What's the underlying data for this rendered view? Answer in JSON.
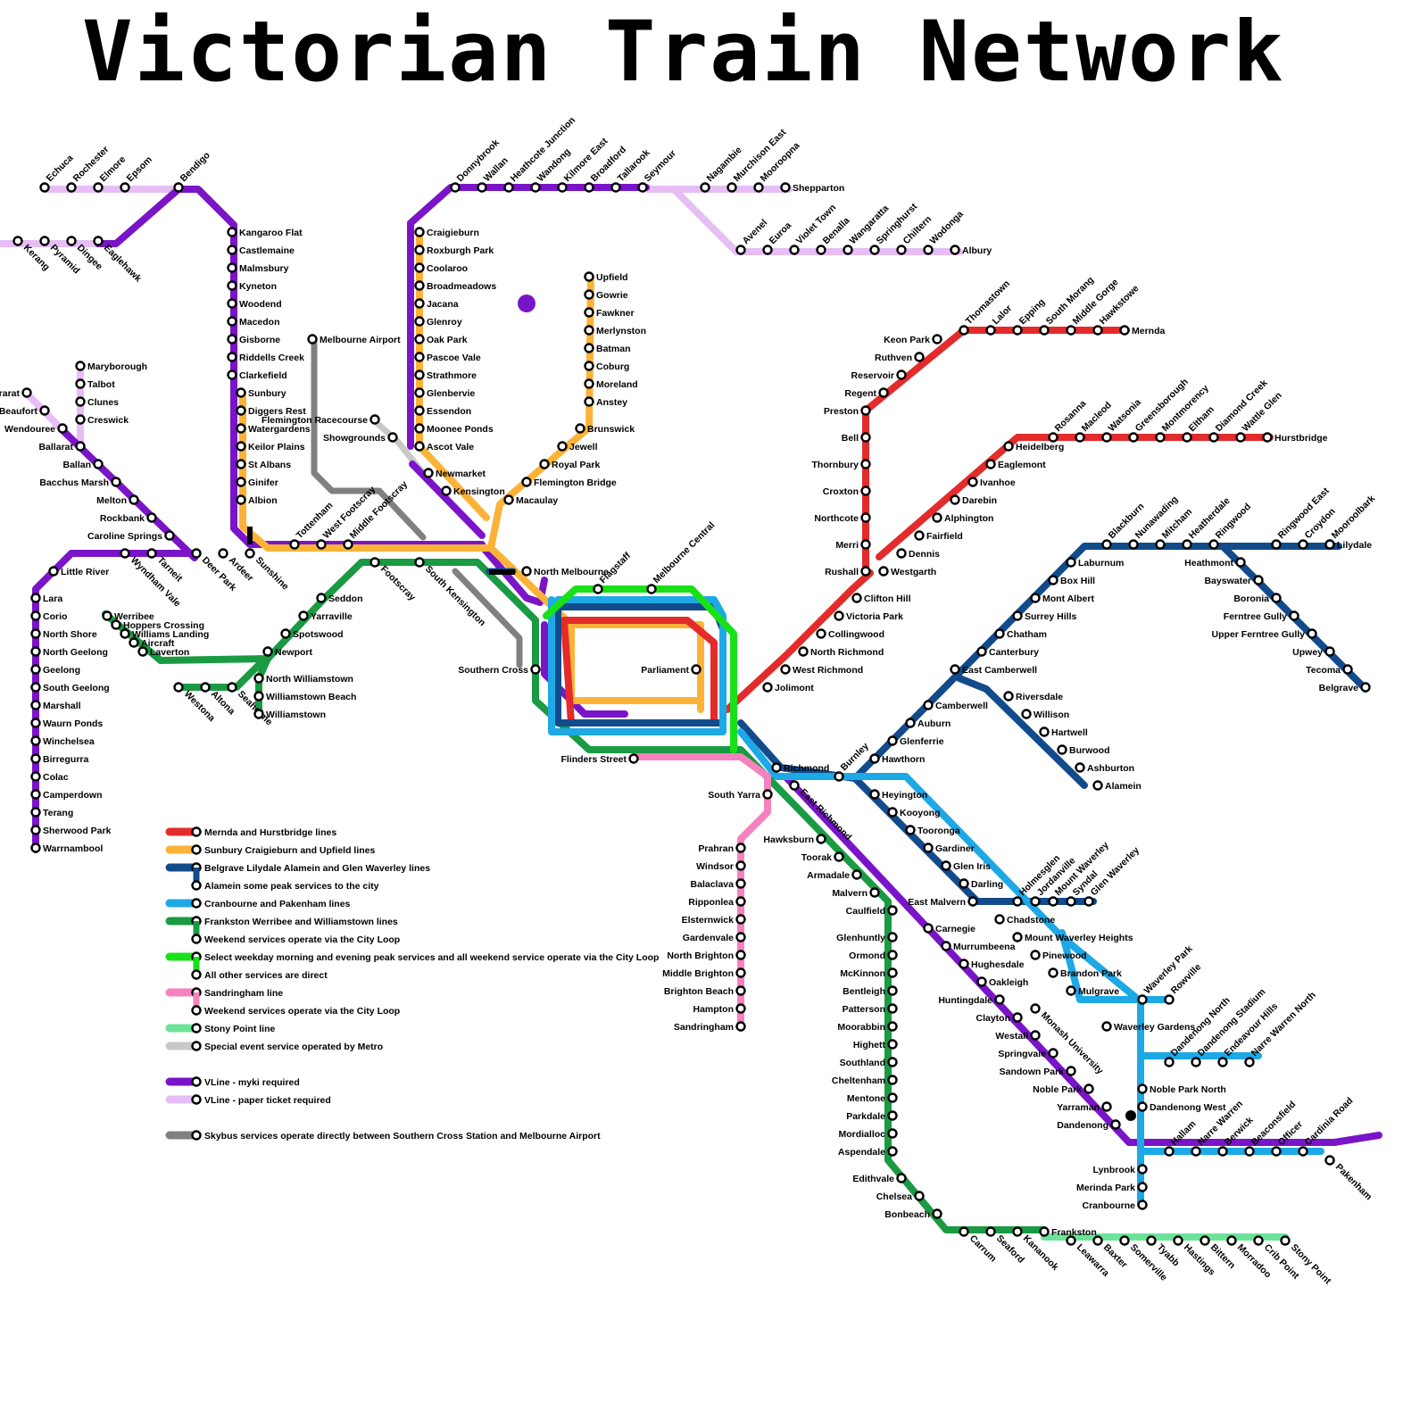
{
  "title": "Victorian Train Network",
  "colors": {
    "red": "#e32b2b",
    "yellow": "#fbb337",
    "darkblue": "#124b8b",
    "cyan": "#1da8e6",
    "green": "#1a9a43",
    "lime": "#19e119",
    "pink": "#f582bf",
    "mint": "#6de39a",
    "lightgrey": "#c8c8c8",
    "purple": "#7a14c8",
    "lilac": "#e6bdf5",
    "grey": "#808080"
  },
  "legend": [
    {
      "color": "red",
      "text": "Mernda and Hurstbridge lines"
    },
    {
      "color": "yellow",
      "text": "Sunbury Craigieburn and Upfield lines"
    },
    {
      "color": "darkblue",
      "text": "Belgrave Lilydale Alamein and Glen Waverley lines"
    },
    {
      "color": "darkblue",
      "sub": true,
      "text": "Alamein some peak services to the city"
    },
    {
      "color": "cyan",
      "text": "Cranbourne and Pakenham lines"
    },
    {
      "color": "green",
      "text": "Frankston Werribee and Williamstown lines"
    },
    {
      "color": "green",
      "sub": true,
      "text": "Weekend services operate via the City Loop"
    },
    {
      "color": "lime",
      "text": "Select weekday morning and evening peak services and all weekend service operate via the City Loop"
    },
    {
      "color": "lime",
      "sub": true,
      "text": "All other services are direct"
    },
    {
      "color": "pink",
      "text": "Sandringham line"
    },
    {
      "color": "pink",
      "sub": true,
      "text": "Weekend services operate via the City Loop"
    },
    {
      "color": "mint",
      "text": "Stony Point line"
    },
    {
      "color": "lightgrey",
      "text": "Special event service operated by Metro"
    },
    {
      "color": "purple",
      "text": "VLine - myki required"
    },
    {
      "color": "lilac",
      "text": "VLine - paper ticket required"
    },
    {
      "color": "grey",
      "text": "Skybus services operate directly between Southern Cross Station and Melbourne Airport"
    }
  ],
  "stations": [
    "Echuca",
    "Rochester",
    "Elmore",
    "Epsom",
    "Bendigo",
    "Kerang",
    "Pyramid",
    "Dingee",
    "Eaglehawk",
    "Kangaroo Flat",
    "Castlemaine",
    "Malmsbury",
    "Kyneton",
    "Woodend",
    "Macedon",
    "Gisborne",
    "Riddells Creek",
    "Clarkefield",
    "Sunbury",
    "Diggers Rest",
    "Watergardens",
    "Keilor Plains",
    "St Albans",
    "Ginifer",
    "Albion",
    "Donnybrook",
    "Wallan",
    "Heathcote Junction",
    "Wandong",
    "Kilmore East",
    "Broadford",
    "Tallarook",
    "Seymour",
    "Nagambie",
    "Murchison East",
    "Mooroopna",
    "Shepparton",
    "Avenel",
    "Euroa",
    "Violet Town",
    "Benalla",
    "Wangaratta",
    "Springhurst",
    "Chiltern",
    "Wodonga",
    "Albury",
    "Craigieburn",
    "Roxburgh Park",
    "Coolaroo",
    "Broadmeadows",
    "Jacana",
    "Glenroy",
    "Oak Park",
    "Pascoe Vale",
    "Strathmore",
    "Glenbervie",
    "Essendon",
    "Moonee Ponds",
    "Ascot Vale",
    "Newmarket",
    "Kensington",
    "Upfield",
    "Gowrie",
    "Fawkner",
    "Merlynston",
    "Batman",
    "Coburg",
    "Moreland",
    "Anstey",
    "Brunswick",
    "Jewell",
    "Royal Park",
    "Flemington Bridge",
    "Macaulay",
    "North Melbourne",
    "Melbourne Airport",
    "Flemington Racecourse",
    "Showgrounds",
    "Maryborough",
    "Talbot",
    "Clunes",
    "Creswick",
    "Ararat",
    "Beaufort",
    "Wendouree",
    "Ballarat",
    "Ballan",
    "Bacchus Marsh",
    "Melton",
    "Rockbank",
    "Caroline Springs",
    "Little River",
    "Wyndham Vale",
    "Tarneit",
    "Deer Park",
    "Ardeer",
    "Sunshine",
    "Tottenham",
    "West Footscray",
    "Middle Footscray",
    "Footscray",
    "South Kensington",
    "Lara",
    "Corio",
    "North Shore",
    "North Geelong",
    "Geelong",
    "South Geelong",
    "Marshall",
    "Waurn Ponds",
    "Winchelsea",
    "Birregurra",
    "Colac",
    "Camperdown",
    "Terang",
    "Sherwood Park",
    "Warrnambool",
    "Werribee",
    "Hoppers Crossing",
    "Williams Landing",
    "Aircraft",
    "Laverton",
    "Westona",
    "Altona",
    "Seaholme",
    "Newport",
    "Spotswood",
    "Yarraville",
    "Seddon",
    "North Williamstown",
    "Williamstown Beach",
    "Williamstown",
    "Southern Cross",
    "Flagstaff",
    "Melbourne Central",
    "Parliament",
    "Flinders Street",
    "Richmond",
    "South Yarra",
    "Jolimont",
    "West Richmond",
    "North Richmond",
    "Collingwood",
    "Victoria Park",
    "Clifton Hill",
    "Keon Park",
    "Ruthven",
    "Reservoir",
    "Regent",
    "Preston",
    "Bell",
    "Thornbury",
    "Croxton",
    "Northcote",
    "Merri",
    "Rushall",
    "Westgarth",
    "Thomastown",
    "Lalor",
    "Epping",
    "South Morang",
    "Middle Gorge",
    "Hawkstowe",
    "Mernda",
    "Dennis",
    "Fairfield",
    "Alphington",
    "Darebin",
    "Ivanhoe",
    "Eaglemont",
    "Heidelberg",
    "Rosanna",
    "Macleod",
    "Watsonia",
    "Greensborough",
    "Montmorency",
    "Eltham",
    "Diamond Creek",
    "Wattle Glen",
    "Hurstbridge",
    "East Richmond",
    "Burnley",
    "Hawthorn",
    "Glenferrie",
    "Auburn",
    "Camberwell",
    "East Camberwell",
    "Canterbury",
    "Chatham",
    "Surrey Hills",
    "Mont Albert",
    "Box Hill",
    "Laburnum",
    "Blackburn",
    "Nunawading",
    "Mitcham",
    "Heatherdale",
    "Ringwood",
    "Ringwood East",
    "Croydon",
    "Mooroolbark",
    "Lilydale",
    "Heathmont",
    "Bayswater",
    "Boronia",
    "Ferntree Gully",
    "Upper Ferntree Gully",
    "Upwey",
    "Tecoma",
    "Belgrave",
    "Riversdale",
    "Willison",
    "Hartwell",
    "Burwood",
    "Ashburton",
    "Alamein",
    "Heyington",
    "Kooyong",
    "Tooronga",
    "Gardiner",
    "Glen Iris",
    "Darling",
    "East Malvern",
    "Holmesglen",
    "Jordanville",
    "Mount Waverley",
    "Syndal",
    "Glen Waverley",
    "Hawksburn",
    "Toorak",
    "Armadale",
    "Malvern",
    "Caulfield",
    "Carnegie",
    "Murrumbeena",
    "Hughesdale",
    "Oakleigh",
    "Huntingdale",
    "Clayton",
    "Westall",
    "Springvale",
    "Sandown Park",
    "Noble Park",
    "Yarraman",
    "Dandenong",
    "Monash University",
    "Chadstone",
    "Mount Waverley Heights",
    "Pinewood",
    "Brandon Park",
    "Mulgrave",
    "Waverley Park",
    "Rowville",
    "Waverley Gardens",
    "Dandenong North",
    "Dandenong Stadium",
    "Endeavour Hills",
    "Narre Warren North",
    "Noble Park North",
    "Dandenong West",
    "Lynbrook",
    "Merinda Park",
    "Cranbourne",
    "Hallam",
    "Narre Warren",
    "Berwick",
    "Beaconsfield",
    "Officer",
    "Cardinia Road",
    "Pakenham",
    "Prahran",
    "Windsor",
    "Balaclava",
    "Ripponlea",
    "Elsternwick",
    "Gardenvale",
    "North Brighton",
    "Middle Brighton",
    "Brighton Beach",
    "Hampton",
    "Sandringham",
    "Glenhuntly",
    "Ormond",
    "McKinnon",
    "Bentleigh",
    "Patterson",
    "Moorabbin",
    "Highett",
    "Southland",
    "Cheltenham",
    "Mentone",
    "Parkdale",
    "Mordialloc",
    "Aspendale",
    "Edithvale",
    "Chelsea",
    "Bonbeach",
    "Carrum",
    "Seaford",
    "Kananook",
    "Frankston",
    "Leawarra",
    "Baxter",
    "Somerville",
    "Tyabb",
    "Hastings",
    "Bittern",
    "Morradoo",
    "Crib Point",
    "Stony Point"
  ]
}
